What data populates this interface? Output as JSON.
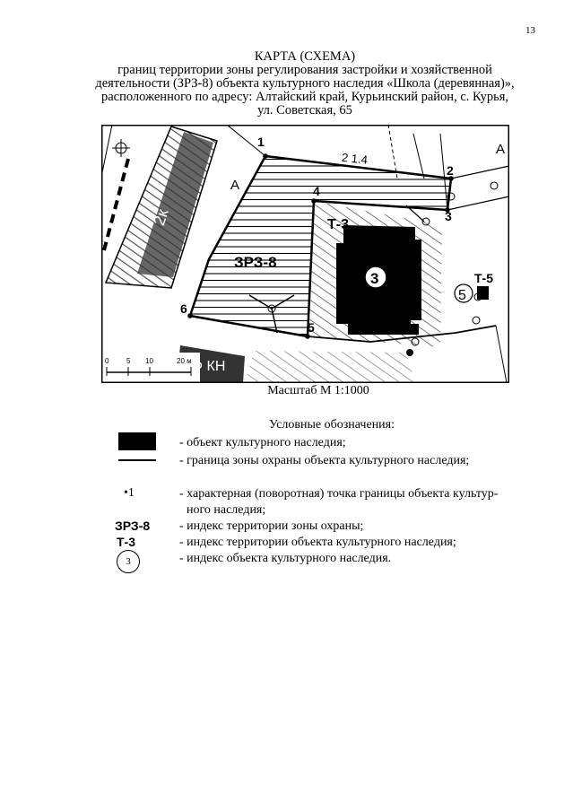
{
  "page_number": "13",
  "title_lines": [
    "КАРТА (СХЕМА)",
    "границ территории зоны регулирования застройки и хозяйственной",
    "деятельности (ЗРЗ-8) объекта культурного наследия «Школа (деревянная)»,",
    "расположенного по адресу: Алтайский край, Курьинский район, с. Курья,",
    "ул. Советская, 65"
  ],
  "map": {
    "point_labels": [
      "1",
      "2",
      "3",
      "4",
      "5",
      "6"
    ],
    "zone_label": "ЗРЗ-8",
    "territory_t3": "Т-3",
    "territory_t5": "Т-5",
    "object_3": "3",
    "object_5": "5",
    "road_label_a1": "А",
    "road_label_a2": "А",
    "building_2k": "2к",
    "building_kn": "2Ф КН",
    "path_label": "2 1.4",
    "scale_ticks": [
      "0",
      "5",
      "10",
      "20 м"
    ]
  },
  "scale_caption": "Масштаб М 1:1000",
  "legend": {
    "title": "Условные обозначения:",
    "items": {
      "heritage_object": "- объект культурного наследия;",
      "zone_boundary": "- граница зоны охраны объекта культурного наследия;",
      "point_symbol": "•1",
      "point_text_1": "- характерная (поворотная) точка границы объекта культур-",
      "point_text_2": "ного наследия;",
      "zone_index_symbol": "ЗРЗ-8",
      "zone_index_text": "- индекс территории зоны охраны;",
      "territory_index_symbol": "Т-3",
      "territory_index_text": "- индекс территории объекта культурного наследия;",
      "object_index_symbol": "3",
      "object_index_text": "- индекс объекта культурного наследия."
    }
  }
}
